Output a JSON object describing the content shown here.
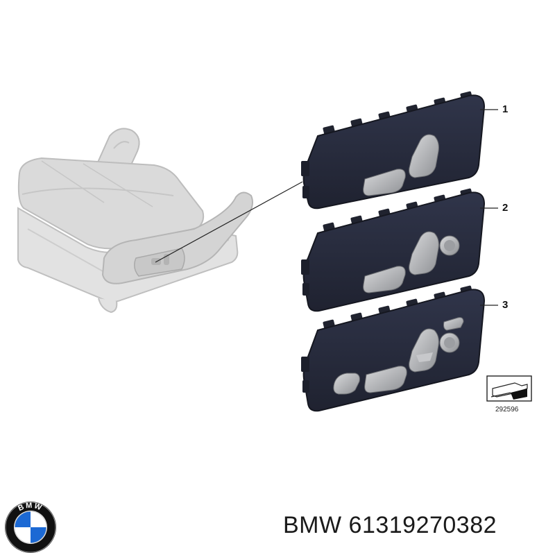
{
  "diagram": {
    "callouts": [
      "1",
      "2",
      "3"
    ],
    "reference_number": "292596"
  },
  "caption": {
    "brand": "BMW",
    "part_number": "61319270382",
    "text": "BMW 61319270382"
  },
  "logo": {
    "name": "bmw-roundel",
    "letters": "BMW",
    "colors": {
      "ring": "#111111",
      "blue": "#1c69d4",
      "white": "#ffffff"
    }
  },
  "colors": {
    "seat": "#d8d8d8",
    "seat_outline": "#bdbdbd",
    "panel": "#272b3a",
    "panel_edge": "#1b1e2a",
    "button": "#a7a9ad",
    "button_highlight": "#d6d7d9"
  }
}
